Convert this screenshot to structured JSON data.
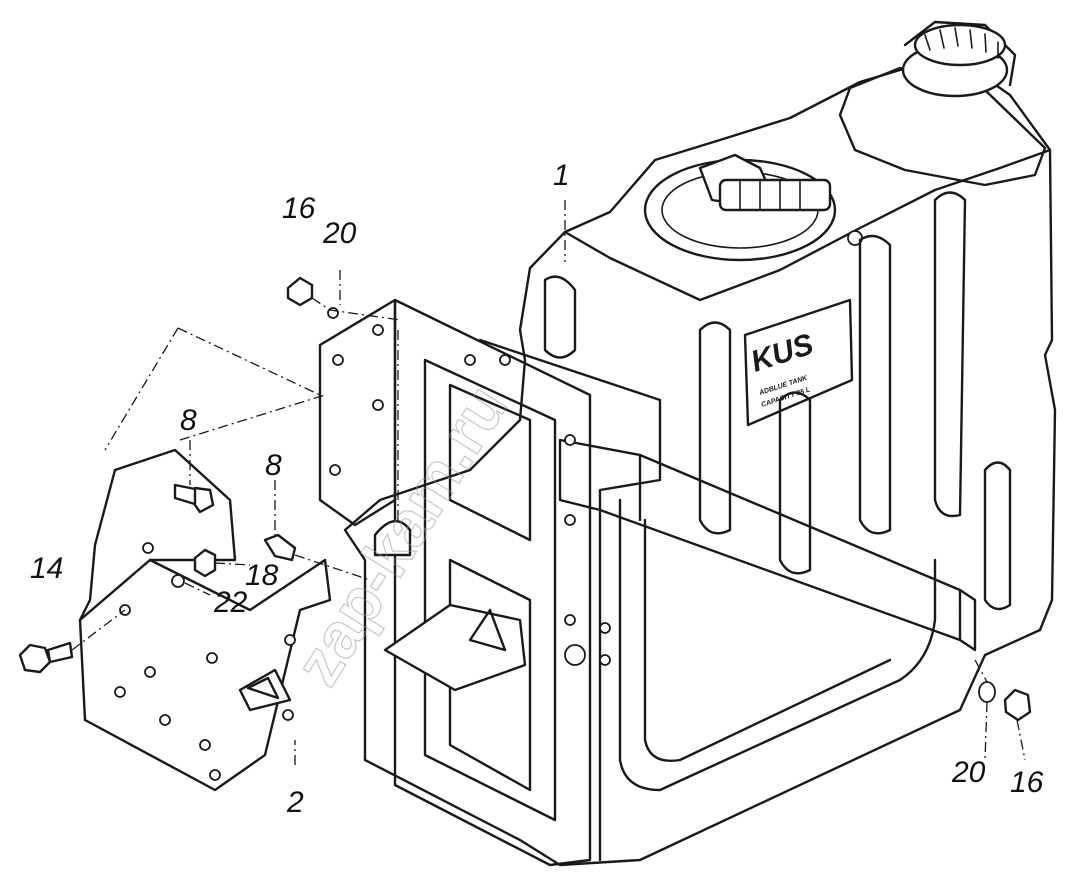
{
  "diagram": {
    "callouts": [
      {
        "id": "c1",
        "text": "1"
      },
      {
        "id": "c16a",
        "text": "16"
      },
      {
        "id": "c20a",
        "text": "20"
      },
      {
        "id": "c8a",
        "text": "8"
      },
      {
        "id": "c8b",
        "text": "8"
      },
      {
        "id": "c14",
        "text": "14"
      },
      {
        "id": "c18",
        "text": "18"
      },
      {
        "id": "c22",
        "text": "22"
      },
      {
        "id": "c2",
        "text": "2"
      },
      {
        "id": "c20b",
        "text": "20"
      },
      {
        "id": "c16b",
        "text": "16"
      }
    ],
    "tank_plate": {
      "brand": "KUS",
      "line1": "ADBLUE TANK",
      "line2": "CAPACITY 35 L"
    },
    "watermark": "zap-kam.ru"
  }
}
